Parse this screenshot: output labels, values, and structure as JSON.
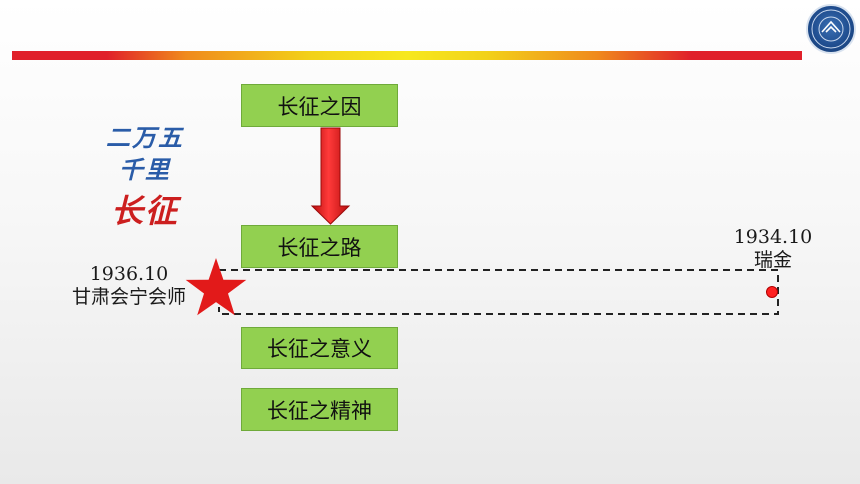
{
  "colors": {
    "box_fill": "#92d050",
    "arrow_red": "#e21a1a",
    "star_red": "#e21a1a",
    "calligraphy_blue": "#2a5ca8",
    "calligraphy_red": "#cc1f1f"
  },
  "calligraphy": {
    "line1": "二万五",
    "line2": "千里",
    "line3": "长征"
  },
  "boxes": {
    "cause": "长征之因",
    "route": "长征之路",
    "meaning": "长征之意义",
    "spirit": "长征之精神"
  },
  "route_end": {
    "date": "1936.10",
    "place": "甘肃会宁会师"
  },
  "route_start": {
    "date": "1934.10",
    "place": "瑞金"
  },
  "icons": {
    "logo": "university-emblem-icon",
    "star": "red-star-icon",
    "start_dot": "red-dot-icon",
    "arrow": "down-arrow-icon"
  }
}
